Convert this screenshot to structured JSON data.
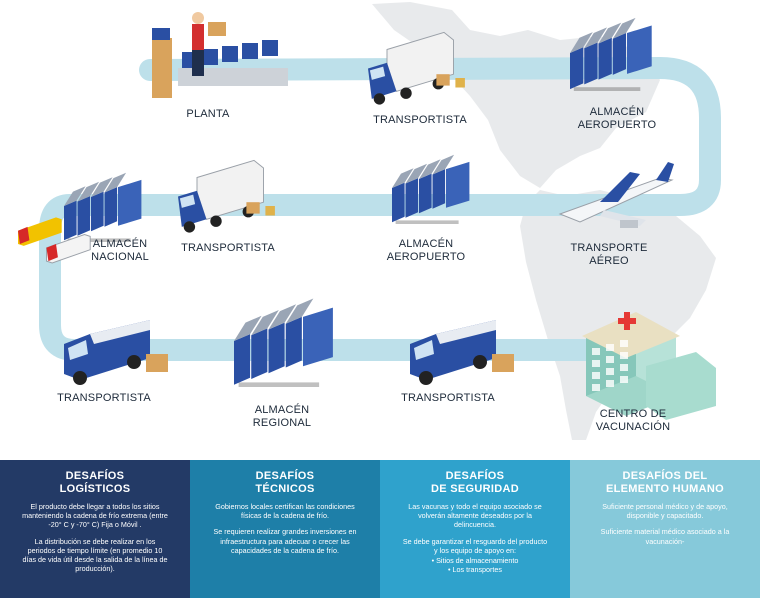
{
  "colors": {
    "route": "#bde0ea",
    "route_dark": "#9fcfdd",
    "map": "#d6d9dc",
    "building_blue": "#2a4fa3",
    "building_roof": "#9aa5b5",
    "panel1": "#233a66",
    "panel2": "#1e7fa8",
    "panel3": "#2fa2cc",
    "panel4": "#86c9da"
  },
  "nodes": [
    {
      "id": "planta",
      "label": "PLANTA",
      "icon": "factory-worker-icon"
    },
    {
      "id": "transportista_1",
      "label": "TRANSPORTISTA",
      "icon": "truck-icon"
    },
    {
      "id": "almacen_aeropuerto_1",
      "label": "ALMACÉN\nAEROPUERTO",
      "icon": "warehouse-icon"
    },
    {
      "id": "transporte_aereo",
      "label": "TRANSPORTE\nAÉREO",
      "icon": "airplane-icon"
    },
    {
      "id": "almacen_aeropuerto_2",
      "label": "ALMACÉN\nAEROPUERTO",
      "icon": "warehouse-icon"
    },
    {
      "id": "transportista_2",
      "label": "TRANSPORTISTA",
      "icon": "truck-icon"
    },
    {
      "id": "almacen_nacional",
      "label": "ALMACÉN\nNACIONAL",
      "icon": "warehouse-icon"
    },
    {
      "id": "transportista_3",
      "label": "TRANSPORTISTA",
      "icon": "van-icon"
    },
    {
      "id": "almacen_regional",
      "label": "ALMACÉN\nREGIONAL",
      "icon": "hub-warehouse-icon"
    },
    {
      "id": "transportista_4",
      "label": "TRANSPORTISTA",
      "icon": "van-icon"
    },
    {
      "id": "centro_vacunacion",
      "label": "CENTRO DE\nVACUNACIÓN",
      "icon": "hospital-icon"
    }
  ],
  "panels": [
    {
      "title": "DESAFÍOS\nLOGÍSTICOS",
      "color": "#233a66",
      "paragraphs": [
        "El producto debe llegar a todos los sitios\nmanteniendo la cadena de frío extrema (entre\n-20° C y -70° C) Fija o Móvil .",
        "La distribución se debe realizar en los\nperiodos de tiempo límite (en promedio 10\ndías de vida útil desde la salida de la línea de\nproducción)."
      ]
    },
    {
      "title": "DESAFÍOS\nTÉCNICOS",
      "color": "#1e7fa8",
      "paragraphs": [
        "Gobiernos locales certifican las condiciones\nfísicas de la cadena de frío.",
        "Se requieren realizar grandes inversiones en\ninfraestructura para adecuar o crecer las\ncapacidades de la cadena de frío."
      ]
    },
    {
      "title": "DESAFÍOS\nDE SEGURIDAD",
      "color": "#2fa2cc",
      "paragraphs": [
        "Las vacunas y todo el equipo asociado se\nvolverán altamente deseados por la\ndelincuencia.",
        "Se debe garantizar el resguardo del producto\ny los equipo de apoyo en:"
      ],
      "list": [
        "• Sitios de almacenamiento",
        "• Los transportes"
      ]
    },
    {
      "title": "DESAFÍOS DEL\nELEMENTO HUMANO",
      "color": "#86c9da",
      "paragraphs": [
        "Suficiente personal médico y de apoyo,\ndisponible y capacitado.",
        "Suficiente material médico asociado a la\nvacunación-"
      ]
    }
  ]
}
